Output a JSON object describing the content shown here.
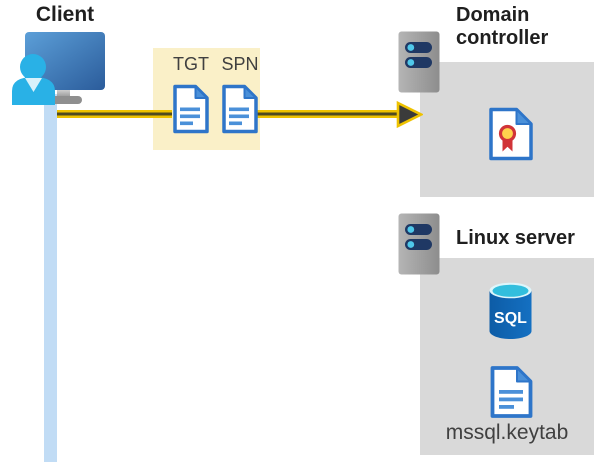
{
  "client": {
    "label": "Client"
  },
  "ticket_box": {
    "tgt": "TGT",
    "spn": "SPN"
  },
  "domain_controller": {
    "label": "Domain controller"
  },
  "linux_server": {
    "label": "Linux server",
    "sql_badge": "SQL",
    "keytab_filename": "mssql.keytab"
  },
  "icons": {
    "client": "desktop-user-icon",
    "tgt": "document-icon",
    "spn": "document-icon",
    "domain_controller": "server-tower-icon",
    "certificate": "certificate-icon",
    "linux_server": "server-tower-icon",
    "database": "sql-database-icon",
    "keytab": "document-icon",
    "arrow": "yellow-arrow-right"
  },
  "colors": {
    "bg": "#ffffff",
    "text_dark": "#1f1f1f",
    "text_gray": "#404040",
    "highlight_box": "#faf0c8",
    "arrow_yellow": "#eec200",
    "arrow_core": "#4e4a20",
    "panel_gray": "#d9d9d9",
    "line_blue": "#c1dcf5",
    "doc_border_blue": "#2e75c9",
    "doc_line_blue": "#4a90d9",
    "server_slot_navy": "#1f3864",
    "server_dot_cyan": "#4fc8ea",
    "sql_body_blue": "#1166b4",
    "sql_top_cyan": "#32bedd",
    "cert_seal_yellow": "#ffd34d",
    "cert_seal_red": "#d13438",
    "person_cyan": "#29b1e6"
  }
}
